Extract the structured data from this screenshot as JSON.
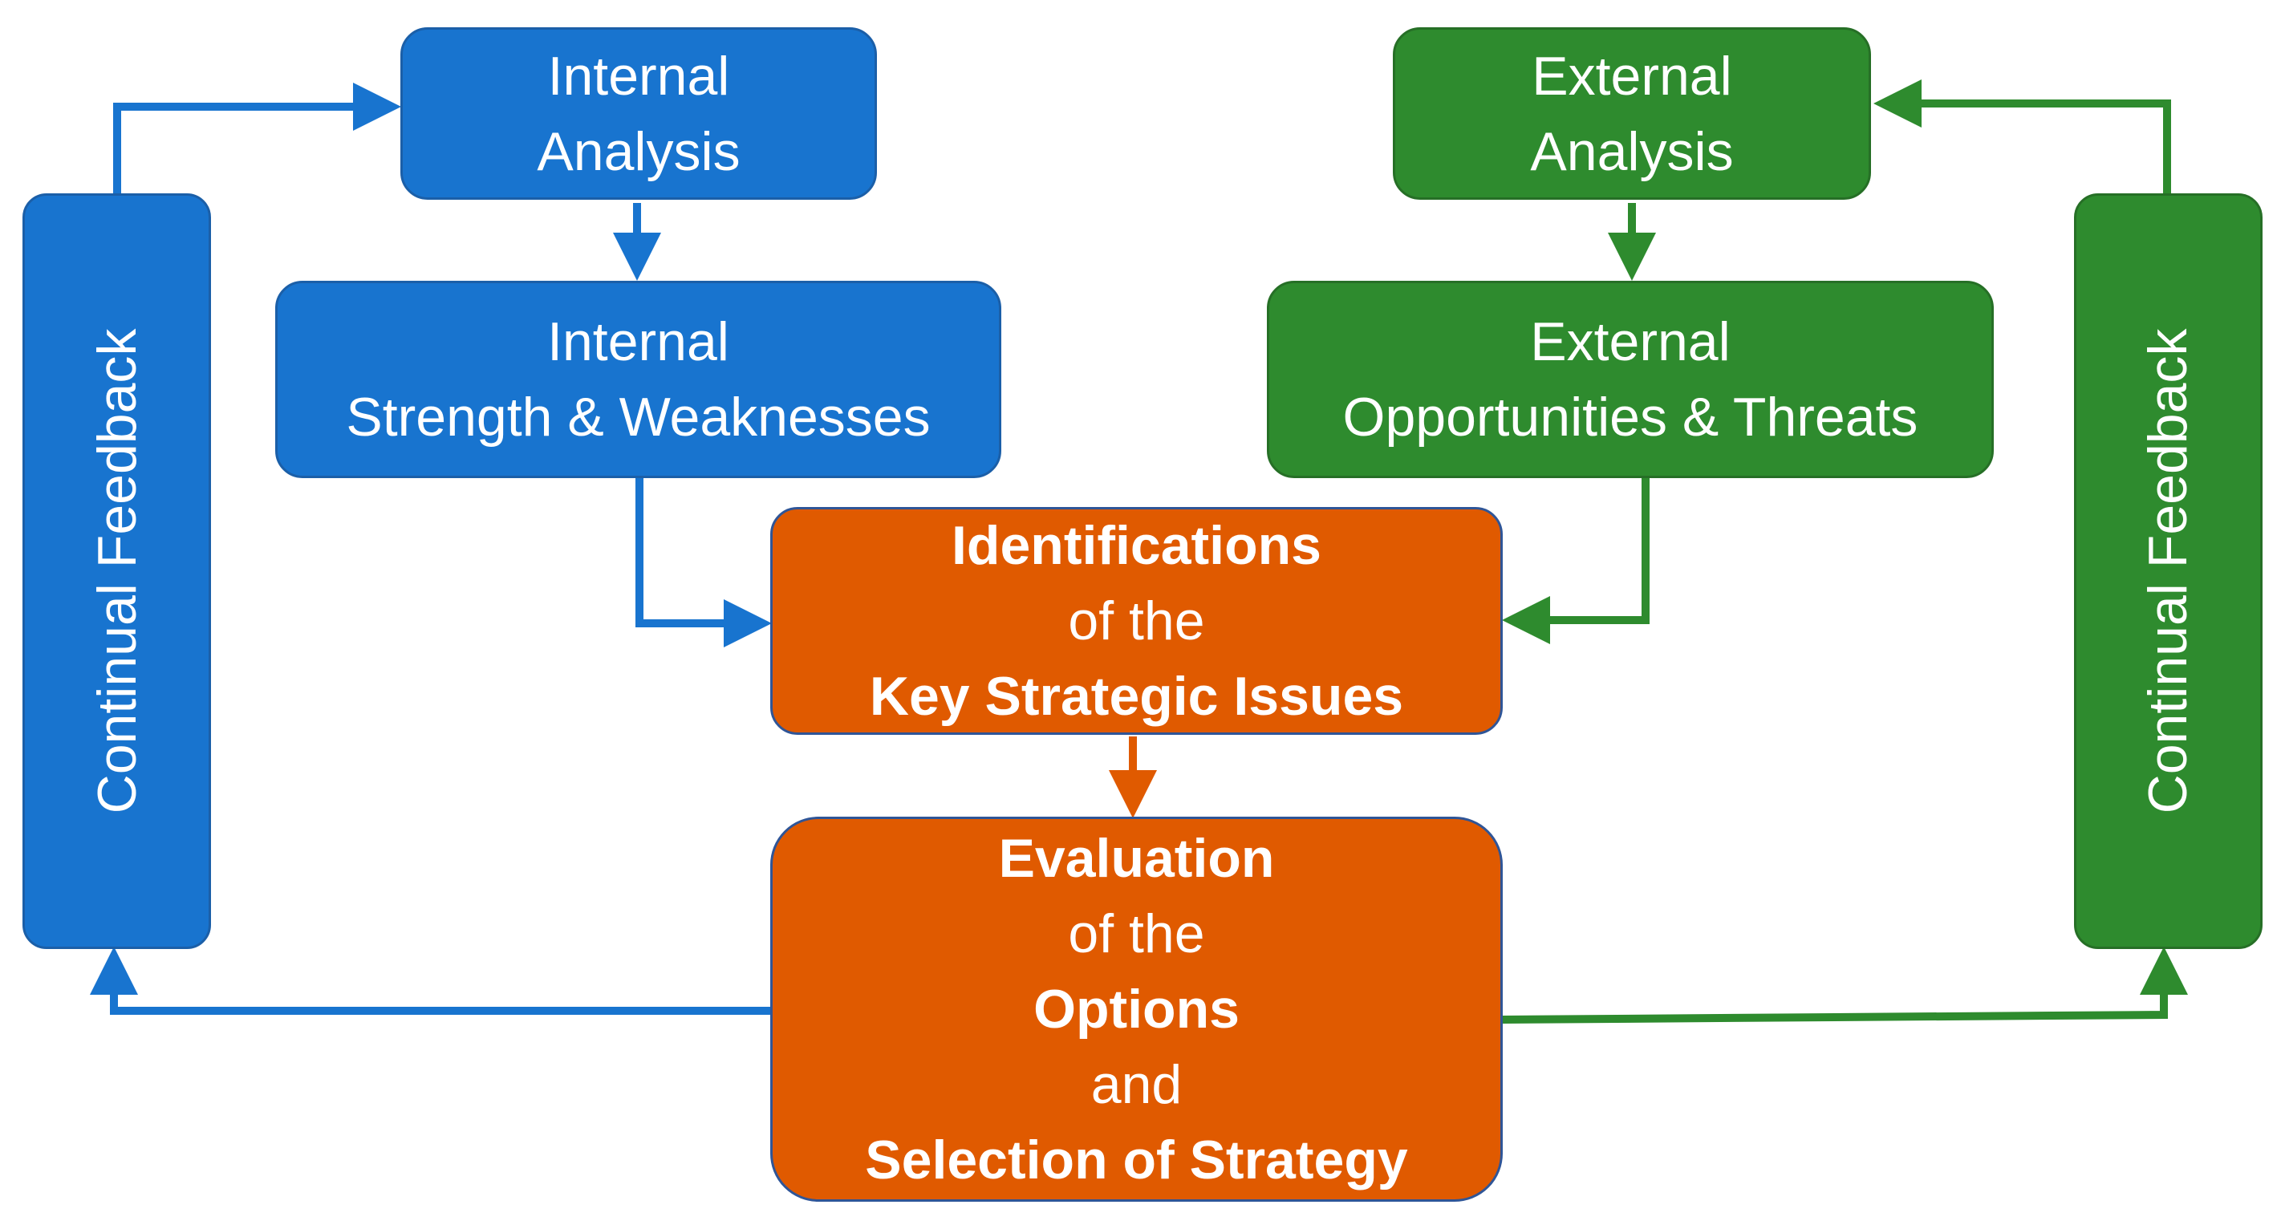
{
  "colors": {
    "internal": "#1874CF",
    "external": "#2E8B2E",
    "strategy": "#E05A00",
    "text": "#FFFFFF"
  },
  "nodes": {
    "internal_analysis": [
      "Internal",
      "Analysis"
    ],
    "internal_sw": [
      "Internal",
      "Strength & Weaknesses"
    ],
    "external_analysis": [
      "External",
      "Analysis"
    ],
    "external_ot": [
      "External",
      "Opportunities & Threats"
    ],
    "identification": [
      "Identifications",
      "of the",
      "Key Strategic Issues"
    ],
    "evaluation": [
      "Evaluation",
      "of the",
      "Options",
      "and",
      "Selection of Strategy"
    ],
    "left_feedback": "Continual Feedback",
    "right_feedback": "Continual Feedback"
  }
}
